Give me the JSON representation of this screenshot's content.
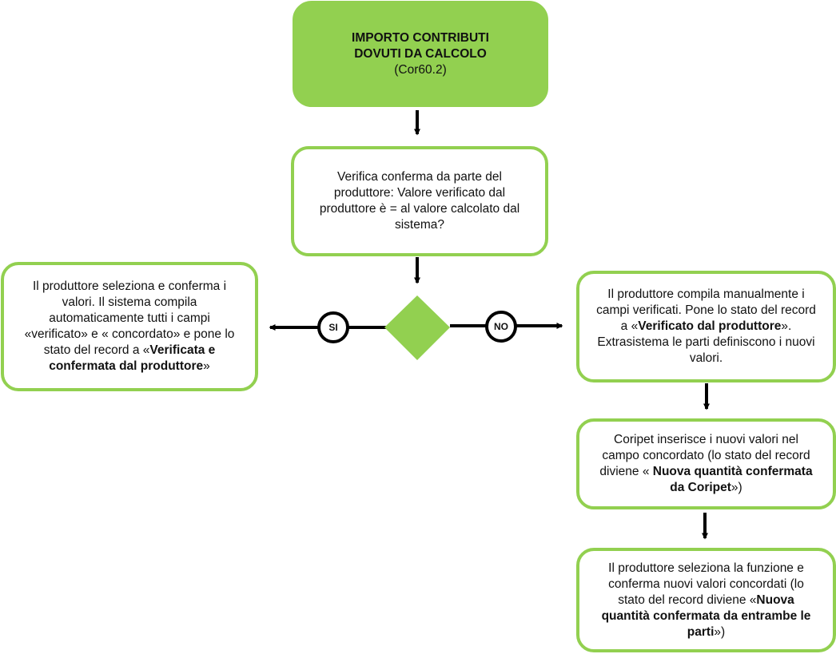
{
  "colors": {
    "accent_green": "#92d050",
    "line": "#000000"
  },
  "nodes": {
    "start": {
      "title_line1": "IMPORTO CONTRIBUTI",
      "title_line2": "DOVUTI DA CALCOLO",
      "code": "(Cor60.2)"
    },
    "verify": {
      "text": "Verifica conferma da parte del produttore: Valore verificato dal produttore è = al valore calcolato dal sistema?"
    },
    "yes_branch": {
      "text_pre": "Il produttore seleziona e conferma i valori. Il sistema compila automaticamente tutti i campi «verificato» e « concordato» e pone lo stato del record a «",
      "text_bold": "Verificata e confermata dal produttore",
      "text_post": "»"
    },
    "no_branch": {
      "text_pre": "Il produttore compila manualmente i campi verificati. Pone lo stato del record a «",
      "text_bold": "Verificato dal produttore",
      "text_post": "». Extrasistema le parti definiscono i nuovi valori."
    },
    "coripet": {
      "text_pre": "Coripet inserisce i nuovi valori nel campo concordato (lo stato del record diviene « ",
      "text_bold": "Nuova quantità confermata da Coripet",
      "text_post": "»)"
    },
    "final": {
      "text_pre": "Il produttore seleziona la funzione e conferma nuovi valori concordati (lo stato del record diviene «",
      "text_bold": "Nuova quantità confermata da entrambe le parti",
      "text_post": "»)"
    }
  },
  "decision": {
    "yes_label": "SI",
    "no_label": "NO"
  }
}
